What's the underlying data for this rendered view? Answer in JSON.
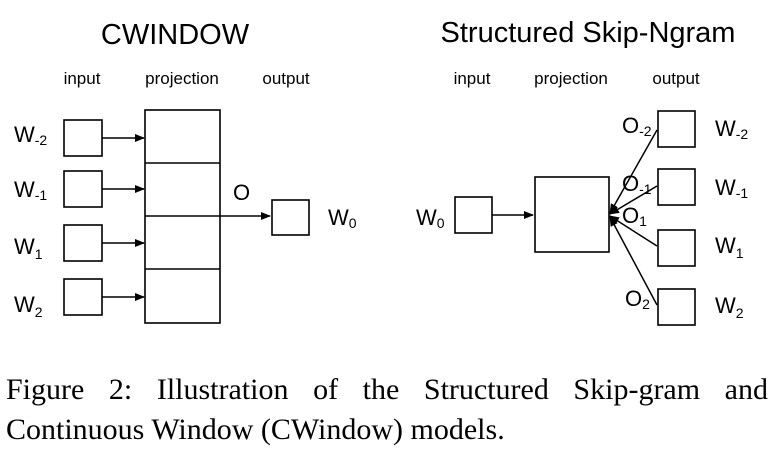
{
  "cwindow": {
    "title": "CWINDOW",
    "col_input": "input",
    "col_projection": "projection",
    "col_output": "output",
    "inputs": [
      {
        "base": "W",
        "sub": "-2"
      },
      {
        "base": "W",
        "sub": "-1"
      },
      {
        "base": "W",
        "sub": "1"
      },
      {
        "base": "W",
        "sub": "2"
      }
    ],
    "o_label": "O",
    "output_word": {
      "base": "W",
      "sub": "0"
    }
  },
  "skip": {
    "title": "Structured Skip-Ngram",
    "col_input": "input",
    "col_projection": "projection",
    "col_output": "output",
    "input_word": {
      "base": "W",
      "sub": "0"
    },
    "o_labels": [
      {
        "base": "O",
        "sub": "-2"
      },
      {
        "base": "O",
        "sub": "-1"
      },
      {
        "base": "O",
        "sub": "1"
      },
      {
        "base": "O",
        "sub": "2"
      }
    ],
    "outputs": [
      {
        "base": "W",
        "sub": "-2"
      },
      {
        "base": "W",
        "sub": "-1"
      },
      {
        "base": "W",
        "sub": "1"
      },
      {
        "base": "W",
        "sub": "2"
      }
    ]
  },
  "caption": {
    "line1": "Figure 2:  Illustration of the Structured Skip-gram and",
    "line2": "Continuous Window (CWindow) models."
  }
}
